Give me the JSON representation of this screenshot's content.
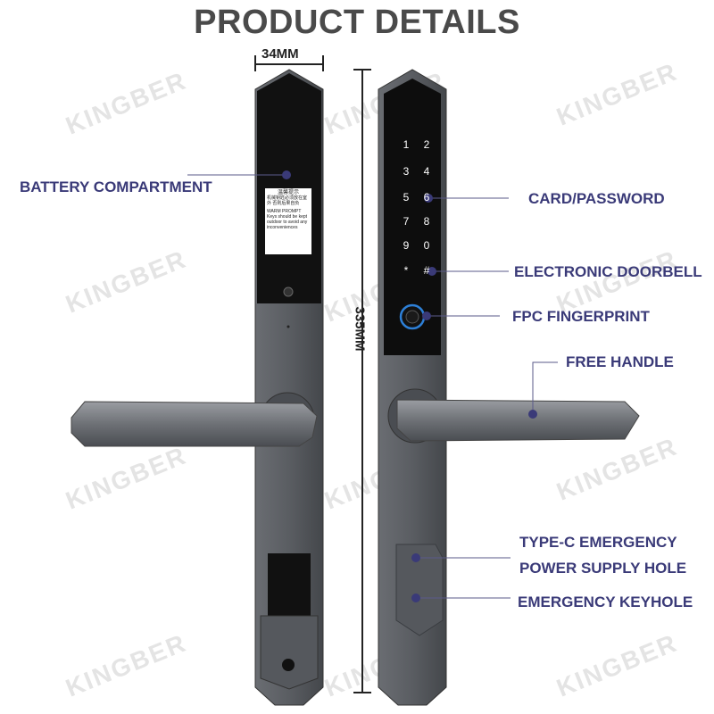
{
  "title": "PRODUCT DETAILS",
  "watermark": "KINGBER",
  "dimensions": {
    "width": "34MM",
    "height": "335MM"
  },
  "labels": {
    "battery": "BATTERY COMPARTMENT",
    "card": "CARD/PASSWORD",
    "doorbell": "ELECTRONIC DOORBELL",
    "fingerprint": "FPC FINGERPRINT",
    "handle": "FREE HANDLE",
    "typec_line1": "TYPE-C EMERGENCY",
    "typec_line2": "POWER SUPPLY HOLE",
    "keyhole": "EMERGENCY KEYHOLE"
  },
  "warning_card": {
    "cn_title": "温馨提示",
    "cn_body": "机械钥匙必须放在室外 否则后果自负",
    "en_title": "WARM PROMPT",
    "en_body": "Keys should be kept outdoor to avoid any inconveniences"
  },
  "keypad": [
    "1",
    "2",
    "3",
    "4",
    "5",
    "6",
    "7",
    "8",
    "9",
    "0",
    "*",
    "#"
  ],
  "colors": {
    "label": "#3a3a78",
    "title": "#4a4a4a",
    "lock_body": "#5b5e63",
    "panel": "#111111"
  }
}
